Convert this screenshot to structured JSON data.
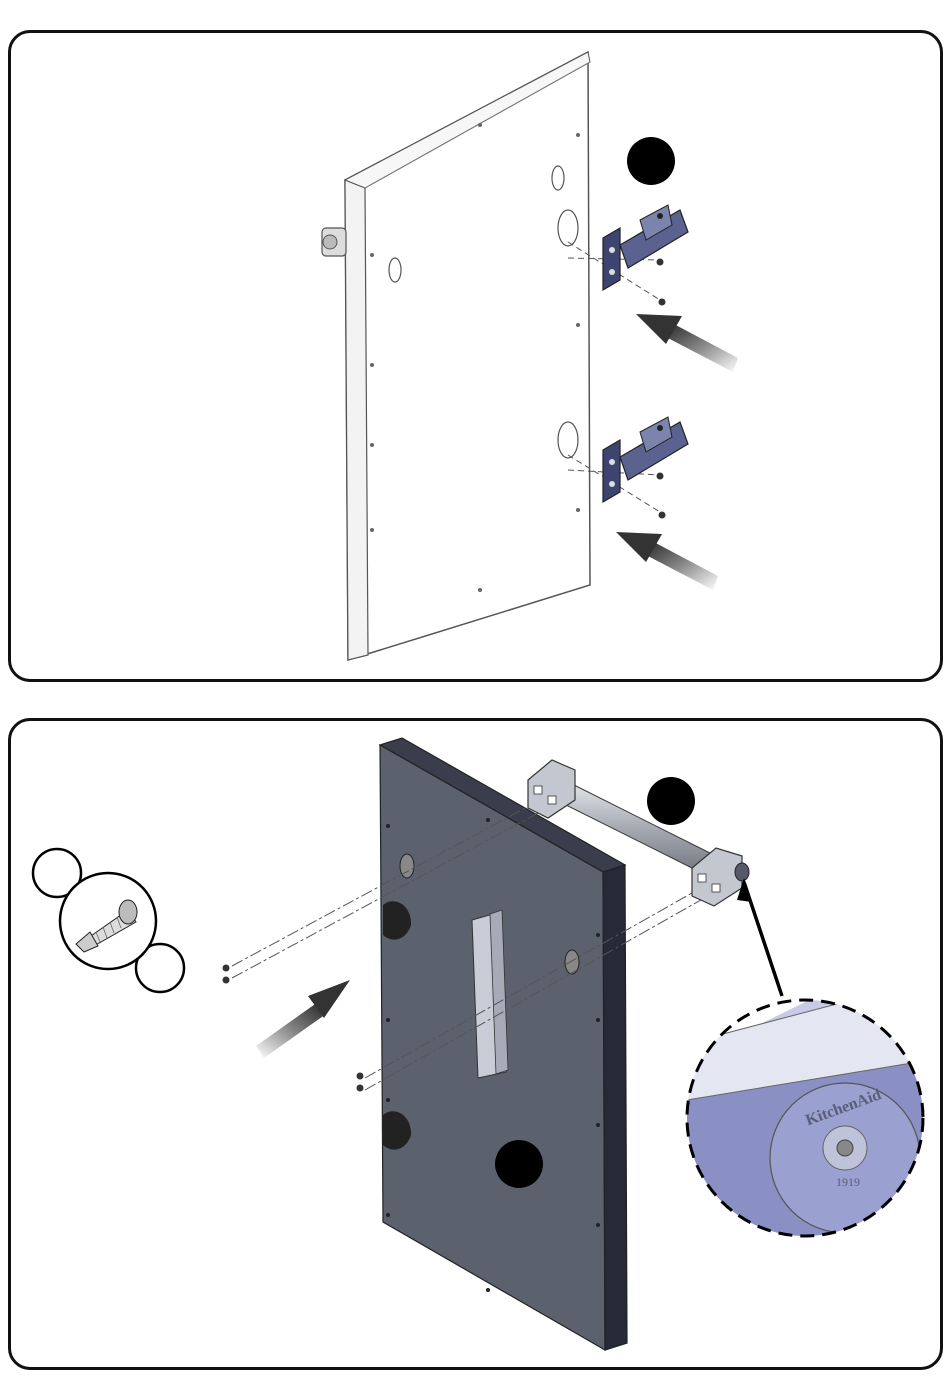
{
  "colors": {
    "outline": "#111111",
    "panel_light": "#ffffff",
    "panel_dark": "#5a5f6e",
    "panel_edge": "#2a2d3a",
    "hinge": "#4a5080",
    "handle_tube": "#9aa0a8",
    "arrow_gray": "#555555",
    "callout_dot": "#000000"
  },
  "step_top": {
    "step_marker": "",
    "hinge_count": 2
  },
  "step_bottom": {
    "step_marker_handle": "",
    "step_marker_panel": "",
    "screw_count": 4,
    "zoom_logo": "KitchenAid",
    "zoom_year": "1919"
  }
}
